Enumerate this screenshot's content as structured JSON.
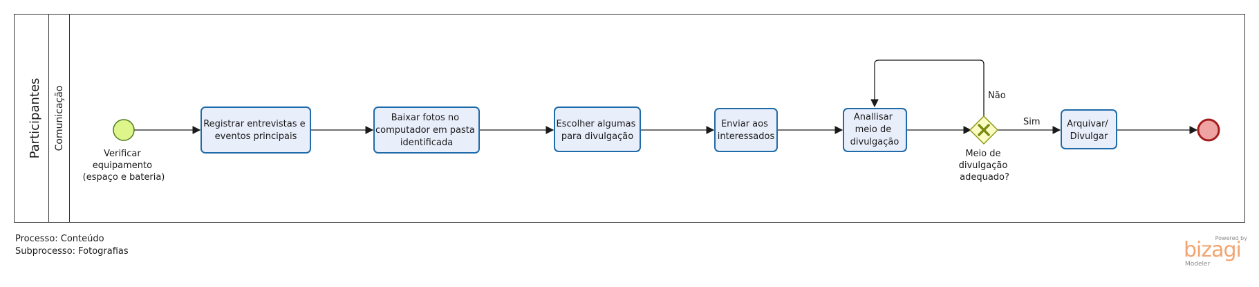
{
  "pool": {
    "label": "Participantes"
  },
  "lane": {
    "label": "Comunicação"
  },
  "start_event": {
    "label_lines": [
      "Verificar",
      "equipamento",
      "(espaço e bateria)"
    ]
  },
  "tasks": [
    {
      "lines": [
        "Registrar entrevistas e",
        "eventos principais"
      ]
    },
    {
      "lines": [
        "Baixar fotos no",
        "computador em pasta",
        "identificada"
      ]
    },
    {
      "lines": [
        "Escolher algumas",
        "para divulgação"
      ]
    },
    {
      "lines": [
        "Enviar aos",
        "interessados"
      ]
    },
    {
      "lines": [
        "Anallisar",
        "meio de",
        "divulgação"
      ]
    },
    {
      "lines": [
        "Arquivar/",
        "Divulgar"
      ]
    }
  ],
  "gateway": {
    "label_lines": [
      "Meio de",
      "divulgação",
      "adequado?"
    ]
  },
  "flows": {
    "no_label": "Não",
    "yes_label": "Sim"
  },
  "footer": {
    "process": "Processo: Conteúdo",
    "subprocess": "Subprocesso: Fotografias"
  },
  "brand": {
    "powered": "Powered by",
    "name": "bizagi",
    "sub": "Modeler"
  },
  "colors": {
    "task_fill": "#e9eefb",
    "task_stroke": "#1f6aa8",
    "start_fill": "#ddf58a",
    "start_stroke": "#4e7a1a",
    "end_fill": "#f0a3a3",
    "end_stroke": "#a31c1c",
    "gateway_fill": "#fbfbc4",
    "gateway_stroke": "#8d9a18",
    "gateway_mark": "#7a8a10",
    "brand": "#f1a572"
  }
}
